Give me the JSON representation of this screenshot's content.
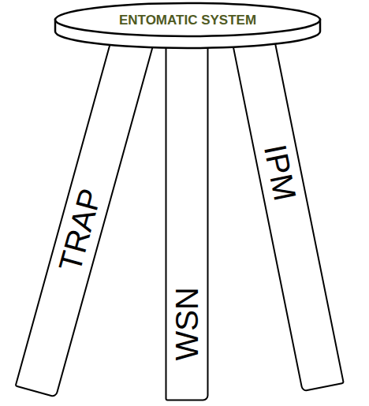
{
  "diagram": {
    "nodes": [
      {
        "text": [
          "ENTOMATIC SYSTEM"
        ]
      },
      {
        "text": [
          "TRAP"
        ]
      },
      {
        "text": [
          "WSN"
        ]
      },
      {
        "text": [
          "IPM"
        ]
      }
    ]
  }
}
